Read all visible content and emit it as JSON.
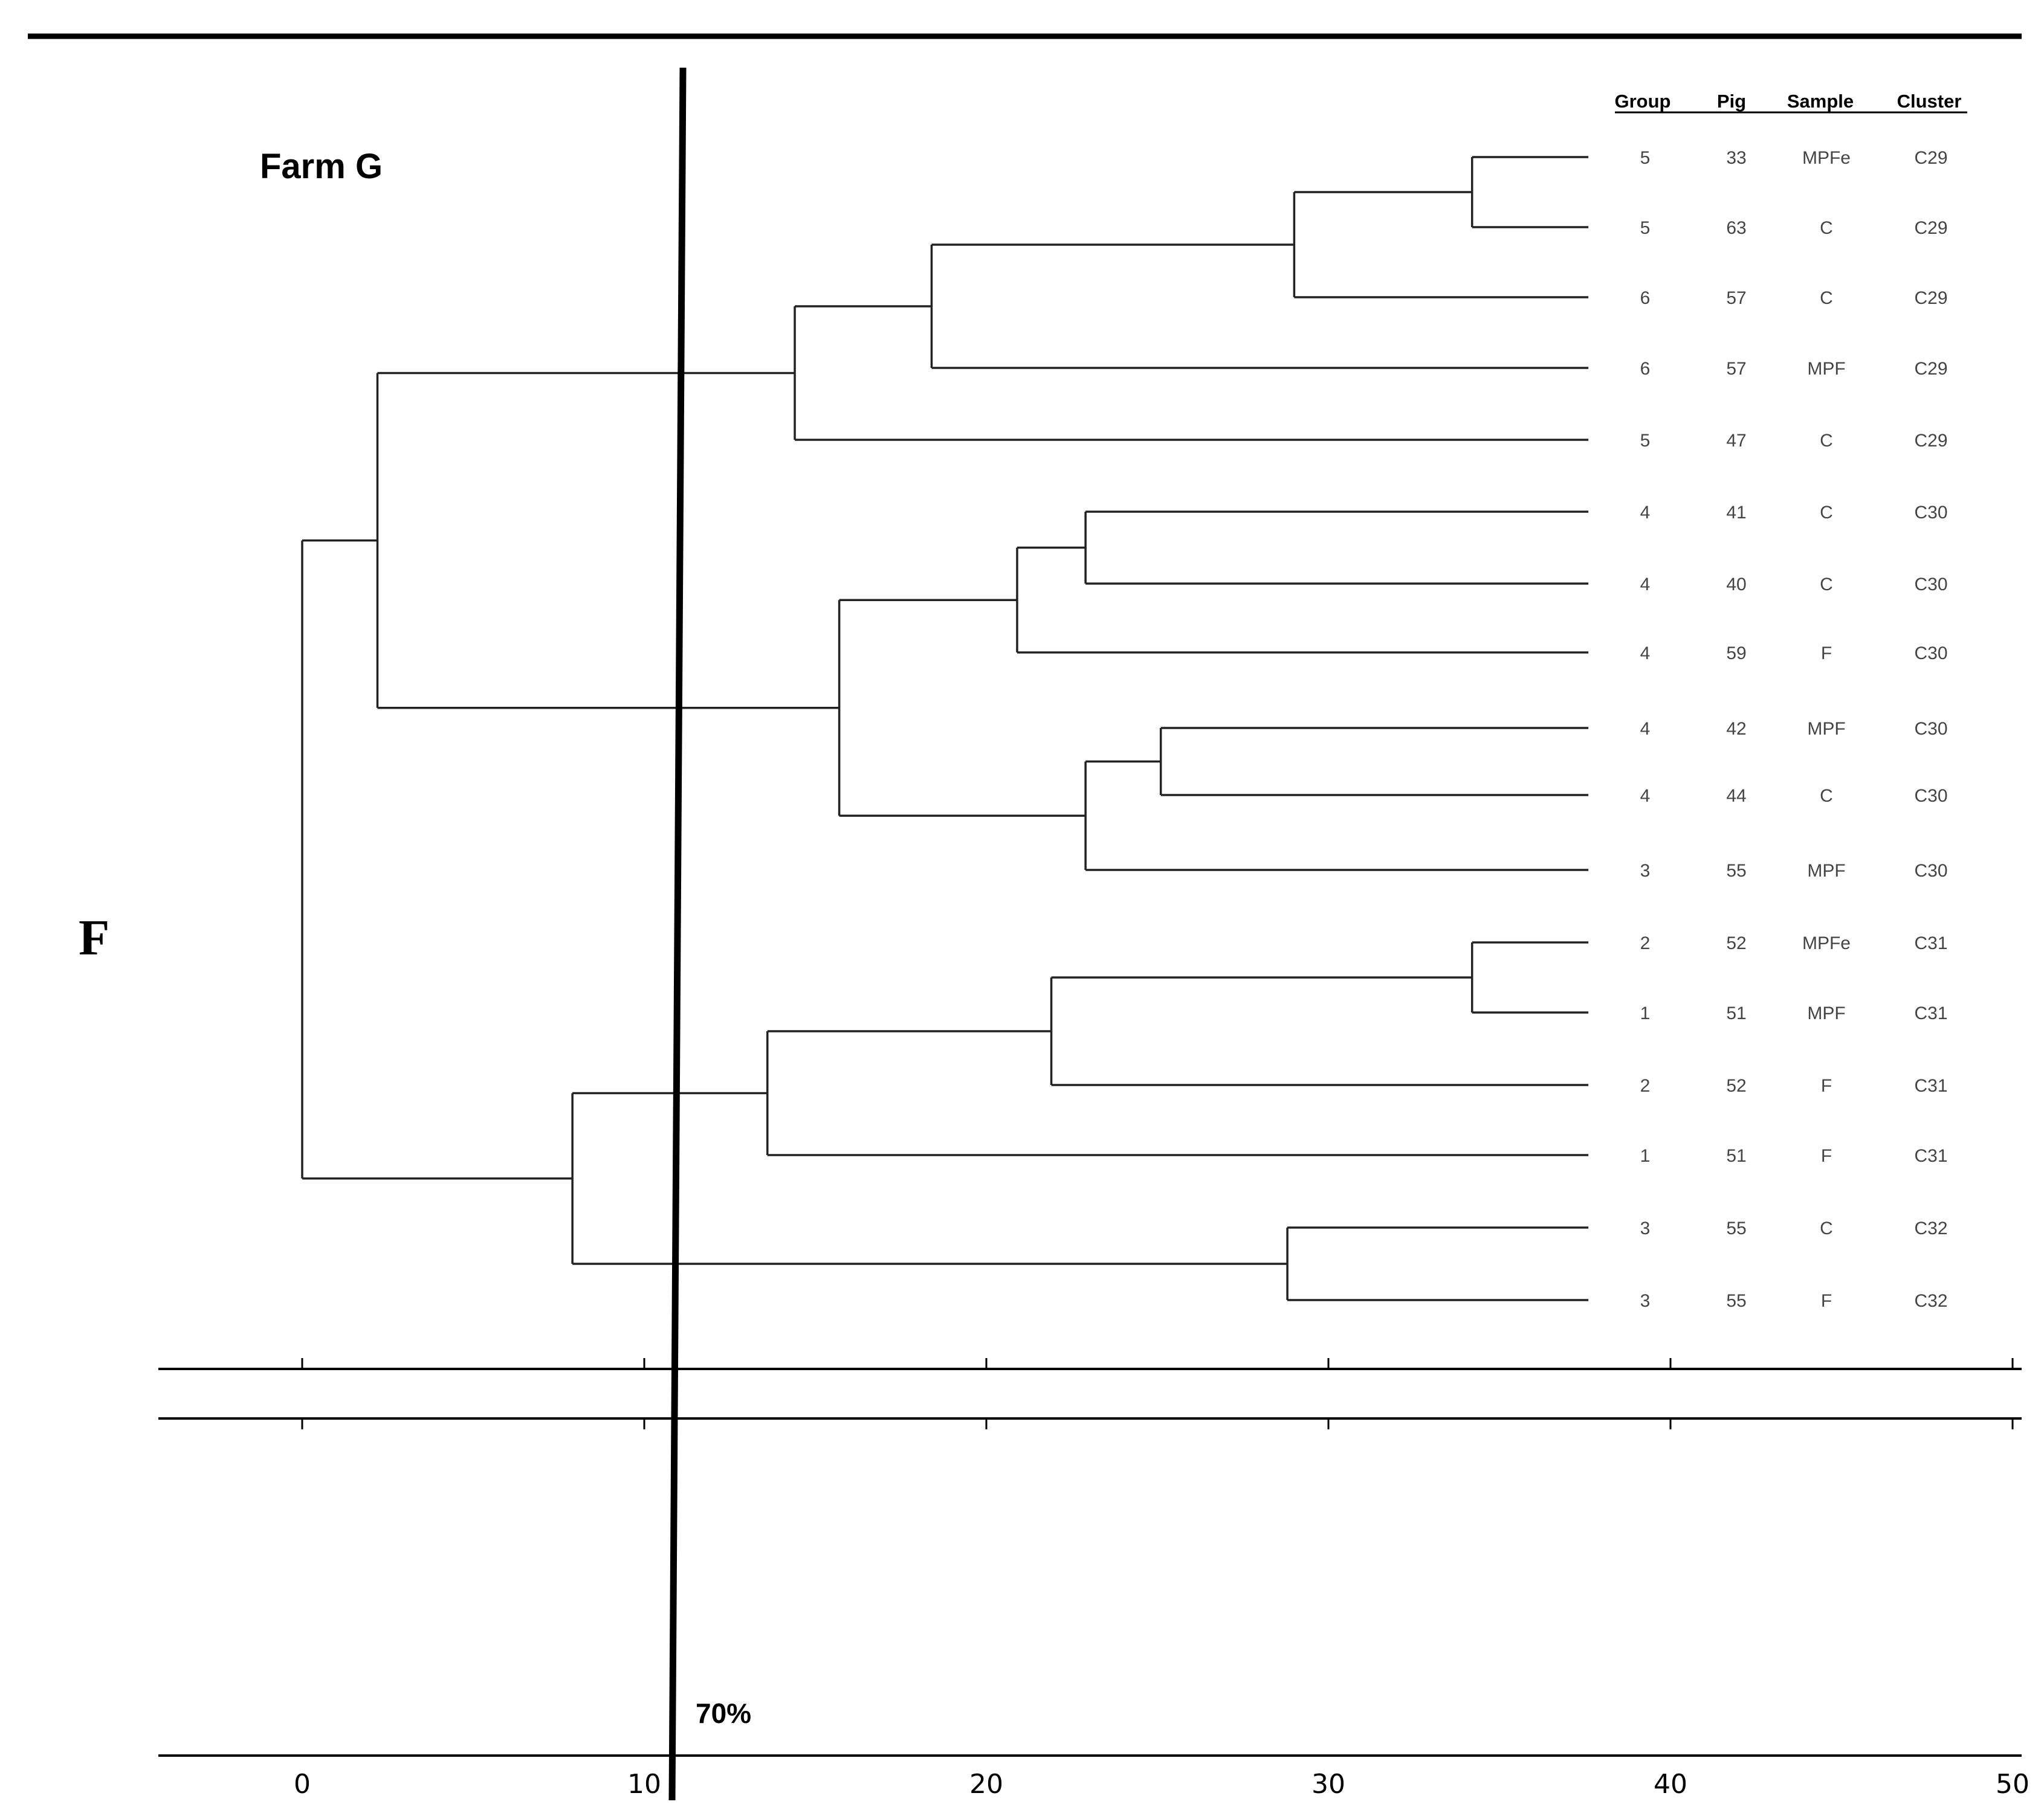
{
  "panel_label": "F",
  "title": "Farm G",
  "cutoff_label": "70%",
  "table_headers": [
    "Group",
    "Pig",
    "Sample",
    "Cluster"
  ],
  "leaves": [
    {
      "group": "5",
      "pig": "33",
      "sample": "MPFe",
      "cluster": "C29"
    },
    {
      "group": "5",
      "pig": "63",
      "sample": "C",
      "cluster": "C29"
    },
    {
      "group": "6",
      "pig": "57",
      "sample": "C",
      "cluster": "C29"
    },
    {
      "group": "6",
      "pig": "57",
      "sample": "MPF",
      "cluster": "C29"
    },
    {
      "group": "5",
      "pig": "47",
      "sample": "C",
      "cluster": "C29"
    },
    {
      "group": "4",
      "pig": "41",
      "sample": "C",
      "cluster": "C30"
    },
    {
      "group": "4",
      "pig": "40",
      "sample": "C",
      "cluster": "C30"
    },
    {
      "group": "4",
      "pig": "59",
      "sample": "F",
      "cluster": "C30"
    },
    {
      "group": "4",
      "pig": "42",
      "sample": "MPF",
      "cluster": "C30"
    },
    {
      "group": "4",
      "pig": "44",
      "sample": "C",
      "cluster": "C30"
    },
    {
      "group": "3",
      "pig": "55",
      "sample": "MPF",
      "cluster": "C30"
    },
    {
      "group": "2",
      "pig": "52",
      "sample": "MPFe",
      "cluster": "C31"
    },
    {
      "group": "1",
      "pig": "51",
      "sample": "MPF",
      "cluster": "C31"
    },
    {
      "group": "2",
      "pig": "52",
      "sample": "F",
      "cluster": "C31"
    },
    {
      "group": "1",
      "pig": "51",
      "sample": "F",
      "cluster": "C31"
    },
    {
      "group": "3",
      "pig": "55",
      "sample": "C",
      "cluster": "C32"
    },
    {
      "group": "3",
      "pig": "55",
      "sample": "F",
      "cluster": "C32"
    }
  ],
  "merges": [
    {
      "a": 0,
      "b": 1,
      "height": 34.2
    },
    {
      "a": 17,
      "b": 2,
      "height": 29.0
    },
    {
      "a": 18,
      "b": 3,
      "height": 18.4
    },
    {
      "a": 19,
      "b": 4,
      "height": 14.4
    },
    {
      "a": 5,
      "b": 6,
      "height": 22.9
    },
    {
      "a": 21,
      "b": 7,
      "height": 20.9
    },
    {
      "a": 8,
      "b": 9,
      "height": 25.1
    },
    {
      "a": 23,
      "b": 10,
      "height": 22.9
    },
    {
      "a": 22,
      "b": 24,
      "height": 15.7
    },
    {
      "a": 20,
      "b": 25,
      "height": 2.2
    },
    {
      "a": 11,
      "b": 12,
      "height": 34.2
    },
    {
      "a": 27,
      "b": 13,
      "height": 21.9
    },
    {
      "a": 28,
      "b": 14,
      "height": 13.6
    },
    {
      "a": 15,
      "b": 16,
      "height": 28.8
    },
    {
      "a": 29,
      "b": 30,
      "height": 7.9
    },
    {
      "a": 26,
      "b": 31,
      "height": 0
    }
  ],
  "leaf_end": 37.6,
  "cutoff_value": 11,
  "axis_ticks": [
    "0",
    "10",
    "20",
    "30",
    "40",
    "50"
  ],
  "tick_values": [
    0,
    10,
    20,
    30,
    40,
    50
  ]
}
